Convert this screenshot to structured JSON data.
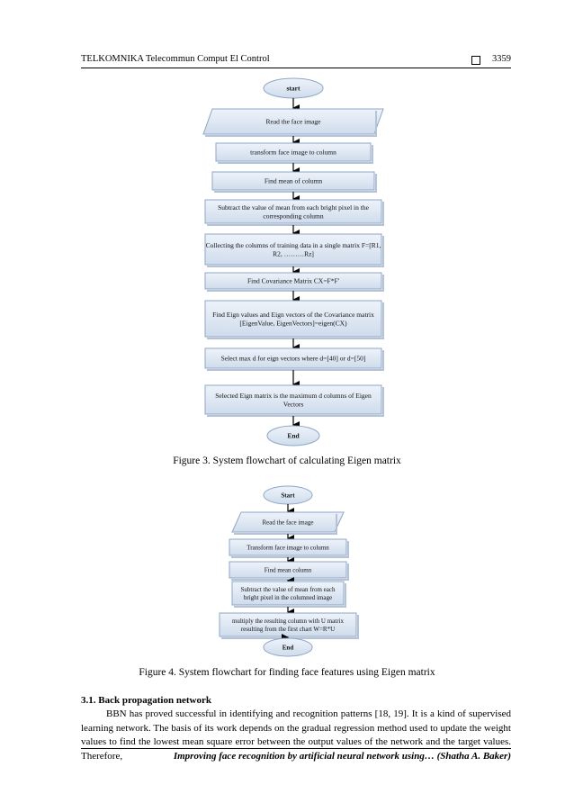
{
  "header": {
    "journal": "TELKOMNIKA Telecommun Comput El Control",
    "page": "3359"
  },
  "figure3": {
    "caption": "Figure 3. System flowchart of calculating Eigen matrix",
    "nodes": [
      {
        "lines": [
          "start"
        ]
      },
      {
        "lines": [
          "Read the face image"
        ]
      },
      {
        "lines": [
          "transform face image to column"
        ]
      },
      {
        "lines": [
          "Find mean of column"
        ]
      },
      {
        "lines": [
          "Subtract the value of mean from each bright pixel in the",
          "corresponding column"
        ]
      },
      {
        "lines": [
          "Collecting the columns of training data in a single matrix    F=[R1,",
          "R2, ………Rz]"
        ]
      },
      {
        "lines": [
          "Find Covariance Matrix  CX=F*F'"
        ]
      },
      {
        "lines": [
          "Find Eign values and Eign vectors of the Covariance matrix",
          "[EigenValue, EigenVectors]=eigen(CX)"
        ]
      },
      {
        "lines": [
          "Select max d for eign vectors where  d=[40]  or d=[50]"
        ]
      },
      {
        "lines": [
          "Selected Eign matrix is the maximum d columns of Eigen",
          "Vectors"
        ]
      },
      {
        "lines": [
          "End"
        ]
      }
    ]
  },
  "figure4": {
    "caption": "Figure 4. System flowchart for finding face features using Eigen matrix",
    "nodes": [
      {
        "lines": [
          "Start"
        ]
      },
      {
        "lines": [
          "Read the face image"
        ]
      },
      {
        "lines": [
          "Transform face image to column"
        ]
      },
      {
        "lines": [
          "Find mean column"
        ]
      },
      {
        "lines": [
          "Subtract the value of mean from each",
          "bright pixel in the columned image"
        ]
      },
      {
        "lines": [
          "multiply the resulting column with U matrix",
          "resulting from the first chart W=R*U"
        ]
      },
      {
        "lines": [
          "End"
        ]
      }
    ]
  },
  "section": {
    "heading": "3.1.  Back propagation network",
    "paragraph": "BBN has proved successful in identifying and recognition patterns [18, 19]. It is a kind of supervised learning network. The basis of its work depends on the gradual regression method used to update the weight values to find the lowest mean square error between the output values of the network and the target values. Therefore,"
  },
  "footer": {
    "text": "Improving face recognition by artificial neural network using… (Shatha A. Baker)"
  }
}
